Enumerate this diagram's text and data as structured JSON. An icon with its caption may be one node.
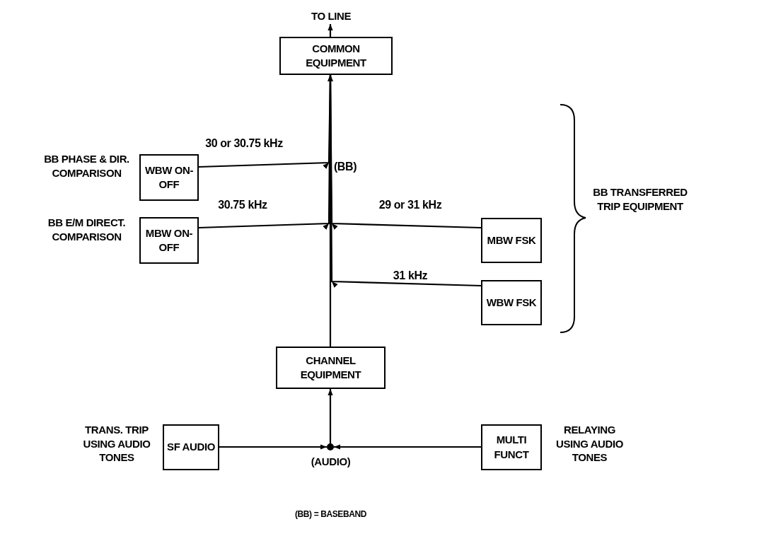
{
  "diagram": {
    "caption": "(BB) = BASEBAND",
    "nodes": [
      {
        "text": [
          "COMMON EQUIPMENT"
        ]
      },
      {
        "text": [
          "WBW ON-OFF"
        ],
        "beside": [
          "BB PHASE & DIR. COMPARISON"
        ]
      },
      {
        "text": [
          "MBW ON-OFF"
        ],
        "beside": [
          "BB E/M DIRECT. COMPARISON"
        ]
      },
      {
        "text": [
          "MBW FSK"
        ]
      },
      {
        "text": [
          "WBW FSK"
        ]
      },
      {
        "text": [
          "CHANNEL EQUIPMENT"
        ]
      },
      {
        "text": [
          "SF AUDIO"
        ],
        "beside": [
          "TRANS. TRIP USING AUDIO TONES"
        ]
      },
      {
        "text": [
          "MULTI FUNCT"
        ],
        "beside": [
          "RELAYING USING AUDIO TONES"
        ]
      },
      {
        "text": [],
        "shape": "circle",
        "beside": [
          "(AUDIO)"
        ]
      },
      {
        "text": [
          "TO LINE"
        ]
      }
    ],
    "edges": [
      {
        "from": 0,
        "to": 9,
        "arrow": "to"
      },
      {
        "from": 1,
        "to": 0,
        "arrow": "to",
        "label": "30 or 30.75 kHz"
      },
      {
        "from": 2,
        "to": 0,
        "arrow": "to",
        "label": "30.75 kHz"
      },
      {
        "from": 3,
        "to": 0,
        "arrow": "to",
        "label": "29 or 31 kHz"
      },
      {
        "from": 4,
        "to": 0,
        "arrow": "to",
        "label": "31 kHz"
      },
      {
        "from": 5,
        "to": 0,
        "arrow": "to",
        "label": "(BB)"
      },
      {
        "from": 6,
        "to": 8,
        "arrow": "to"
      },
      {
        "from": 7,
        "to": 8,
        "arrow": "to"
      },
      {
        "from": 8,
        "to": 5,
        "arrow": "to"
      }
    ],
    "labels": [
      "BB TRANSFERRED TRIP EQUIPMENT"
    ]
  }
}
